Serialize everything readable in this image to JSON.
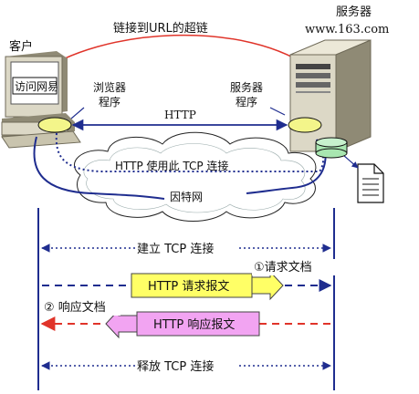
{
  "labels": {
    "client": "客户",
    "server_top": "服务器",
    "server_host": "www.163.com",
    "url_link": "链接到URL的超链",
    "visit_page": "访问网易",
    "browser_line1": "浏览器",
    "browser_line2": "程序",
    "server_prog_line1": "服务器",
    "server_prog_line2": "程序",
    "http": "HTTP",
    "http_tcp": "HTTP 使用此 TCP 连接",
    "internet": "因特网"
  },
  "sequence": {
    "establish": "建立 TCP 连接",
    "req_note": "①请求文档",
    "req_msg": "HTTP 请求报文",
    "resp_note": "② 响应文档",
    "resp_msg": "HTTP 响应报文",
    "release": "释放 TCP 连接"
  },
  "colors": {
    "line_blue": "#1f2d8f",
    "arrow_red": "#e0342a",
    "yellow_box": "#ffff66",
    "pink_box": "#f2a4f2",
    "ellipse_yellow": "#f3f58a",
    "ellipse_green": "#a8e6b0",
    "computer_beige": "#dcd8c6",
    "computer_dark": "#8f8a75"
  }
}
